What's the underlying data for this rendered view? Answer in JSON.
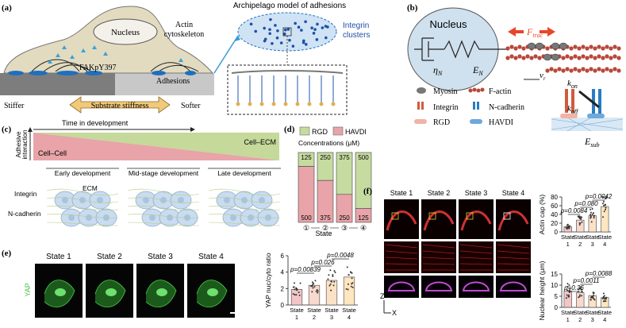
{
  "panel_a": {
    "label": "(a)",
    "nucleus": "Nucleus",
    "actin": "Actin",
    "cytoskeleton": "cytoskeleton",
    "fak": "FAKpY397",
    "adhesions": "Adhesions",
    "stiffer": "Stiffer",
    "softer": "Softer",
    "substrate": "Substrate stiffness",
    "archipelago": "Archipelago model of adhesions",
    "integrin": "Integrin",
    "clusters": "clusters"
  },
  "panel_b": {
    "label": "(b)",
    "nucleus": "Nucleus",
    "eta": "η",
    "eta_sub": "N",
    "e_n": "E",
    "e_n_sub": "N",
    "ftrac": "F",
    "ftrac_sub": "trac",
    "vr": "v",
    "vr_sub": "r",
    "kon": "k",
    "kon_sub": "on",
    "koff": "k",
    "koff_sub": "off",
    "esub": "E",
    "esub_sub": "sub",
    "legend": {
      "myosin": "Myosin",
      "factin": "F-actin",
      "integrin": "Integrin",
      "ncad": "N-cadherin",
      "rgd": "RGD",
      "havdi": "HAVDI"
    }
  },
  "panel_c": {
    "label": "(c)",
    "time": "Time in development",
    "adhesive1": "Adhesive",
    "adhesive2": "interaction",
    "cellcell": "Cell–Cell",
    "cellecm": "Cell–ECM",
    "early": "Early development",
    "mid": "Mid-stage development",
    "late": "Late development",
    "integrin": "Integrin",
    "ecm": "ECM",
    "ncad": "N-cadherin"
  },
  "panel_d": {
    "label": "(d)",
    "legend_rgd": "RGD",
    "legend_havdi": "HAVDI",
    "conc": "Concentrations (μM)",
    "state_label": "State",
    "state_seq": [
      "①",
      "②",
      "③",
      "④"
    ],
    "chart_data": {
      "type": "bar",
      "categories": [
        "1",
        "2",
        "3",
        "4"
      ],
      "series": [
        {
          "name": "RGD",
          "values": [
            125,
            250,
            375,
            500
          ]
        },
        {
          "name": "HAVDI",
          "values": [
            500,
            375,
            250,
            125
          ]
        }
      ],
      "xlabel": "State"
    },
    "colors": {
      "rgd": "#c5dba0",
      "havdi": "#e8a4a8"
    }
  },
  "panel_e": {
    "label": "(e)",
    "states": [
      "State 1",
      "State 2",
      "State 3",
      "State 4"
    ],
    "yap": "YAP",
    "ylabel": "YAP nuc/cyto ratio",
    "p1": "p=0.00839",
    "p2": "p=0.026",
    "p3": "p=0.0048",
    "yticks": [
      "0",
      "2",
      "4",
      "6"
    ],
    "xcats": [
      [
        "State",
        "1"
      ],
      [
        "State",
        "2"
      ],
      [
        "State",
        "3"
      ],
      [
        "State",
        "4"
      ]
    ],
    "chart_data": {
      "type": "bar",
      "categories": [
        "1",
        "2",
        "3",
        "4"
      ],
      "values": [
        1.9,
        2.4,
        3.0,
        3.4
      ],
      "ylabel": "YAP nuc/cyto ratio",
      "ylim": [
        0,
        6
      ]
    }
  },
  "panel_f": {
    "label": "(f)",
    "states": [
      "State 1",
      "State 2",
      "State 3",
      "State 4"
    ],
    "z": "Z",
    "x": "X",
    "actin": {
      "ylabel": "Actin cap (%)",
      "p1": "p=0.0084",
      "p2": "p=0.080",
      "p3": "p=0.0042",
      "yticks": [
        "0",
        "20",
        "40",
        "60",
        "80"
      ],
      "chart_data": {
        "type": "bar",
        "categories": [
          "1",
          "2",
          "3",
          "4"
        ],
        "values": [
          12,
          27,
          37,
          58
        ],
        "ylabel": "Actin cap (%)",
        "ylim": [
          0,
          80
        ]
      }
    },
    "nuclear": {
      "ylabel": "Nuclear height (μm)",
      "p1": "p=0.36",
      "p2": "p=0.0011",
      "p3": "p=0.0088",
      "yticks": [
        "0",
        "5",
        "10",
        "15"
      ],
      "chart_data": {
        "type": "bar",
        "categories": [
          "1",
          "2",
          "3",
          "4"
        ],
        "values": [
          7.4,
          6.6,
          5.3,
          4.4
        ],
        "ylabel": "Nuclear height (μm)",
        "ylim": [
          0,
          15
        ]
      }
    }
  },
  "bar_colors": [
    "#f2c6c6",
    "#f8d9cd",
    "#fbe2c6",
    "#fde6c0"
  ]
}
